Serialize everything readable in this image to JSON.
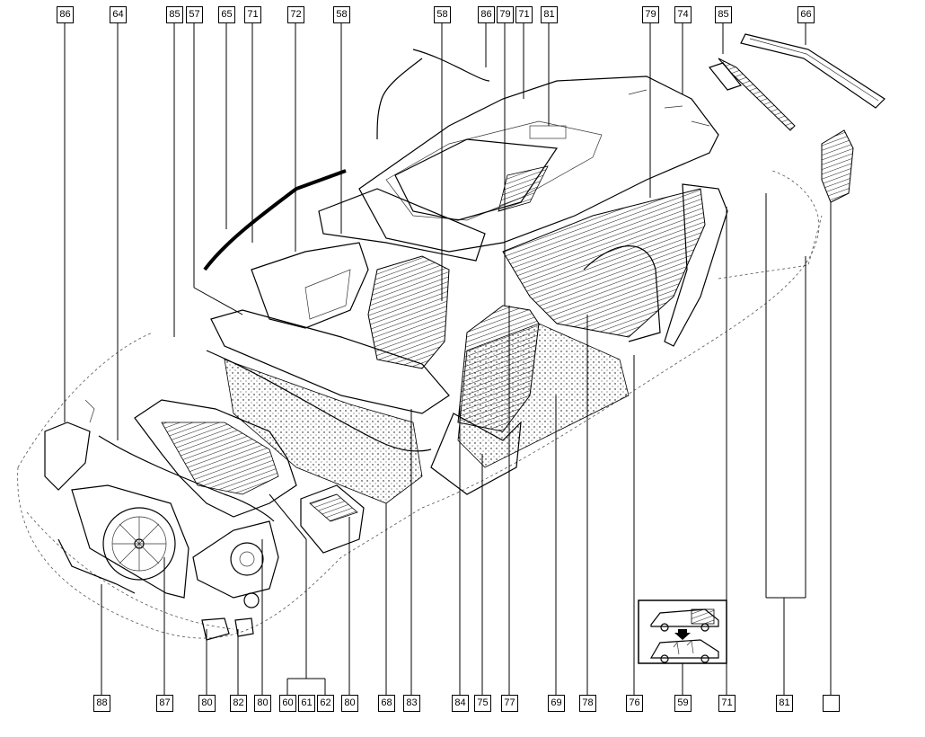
{
  "diagram": {
    "top_callouts": [
      "86",
      "64",
      "85",
      "57",
      "65",
      "71",
      "72",
      "58",
      "58",
      "86",
      "79",
      "71",
      "81",
      "79",
      "74",
      "85",
      "66"
    ],
    "bottom_callouts": [
      "88",
      "87",
      "80",
      "82",
      "80",
      "60",
      "61",
      "62",
      "80",
      "68",
      "83",
      "84",
      "75",
      "77",
      "69",
      "78",
      "76",
      "59",
      "71",
      "81"
    ],
    "legend_icon": "vehicle-configuration-icon",
    "legend_arrow": "down-arrow-icon"
  }
}
